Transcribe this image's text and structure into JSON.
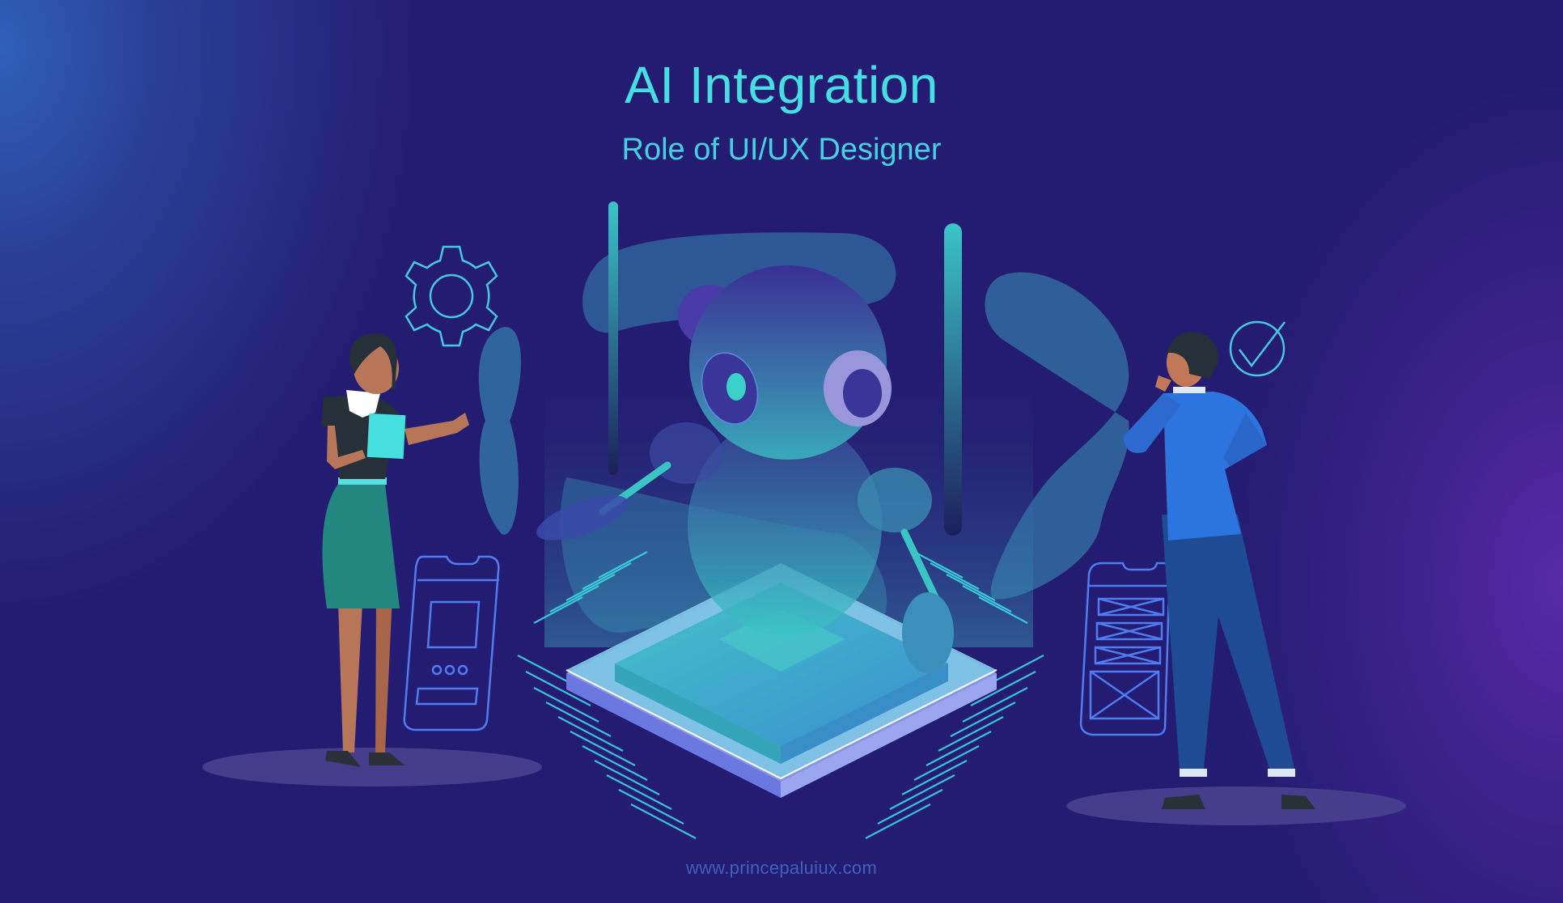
{
  "header": {
    "title": "AI Integration",
    "subtitle": "Role of UI/UX Designer"
  },
  "footer": {
    "website": "www.princepaluiux.com"
  },
  "illustration": {
    "elements": [
      {
        "name": "ai-robot-hologram",
        "description": "translucent robot above a processor chip"
      },
      {
        "name": "cpu-chip",
        "description": "isometric processor chip with circuit pins"
      },
      {
        "name": "woman-designer",
        "description": "woman holding tablet, pointing at robot"
      },
      {
        "name": "man-designer",
        "description": "man in blue jacket thinking, hand on hip"
      },
      {
        "name": "gear-icon"
      },
      {
        "name": "checkmark-circle-icon"
      },
      {
        "name": "mobile-wireframe-left"
      },
      {
        "name": "mobile-wireframe-right"
      }
    ]
  },
  "colors": {
    "background": "#241c72",
    "background_glow_left": "#3060b8",
    "background_glow_right": "#5a2aa8",
    "accent_cyan": "#45dfe3",
    "footer_text": "#3f61b8",
    "wireframe_blue": "#4f7df0",
    "jacket_blue": "#2c74de",
    "skirt_green": "#23877f"
  }
}
